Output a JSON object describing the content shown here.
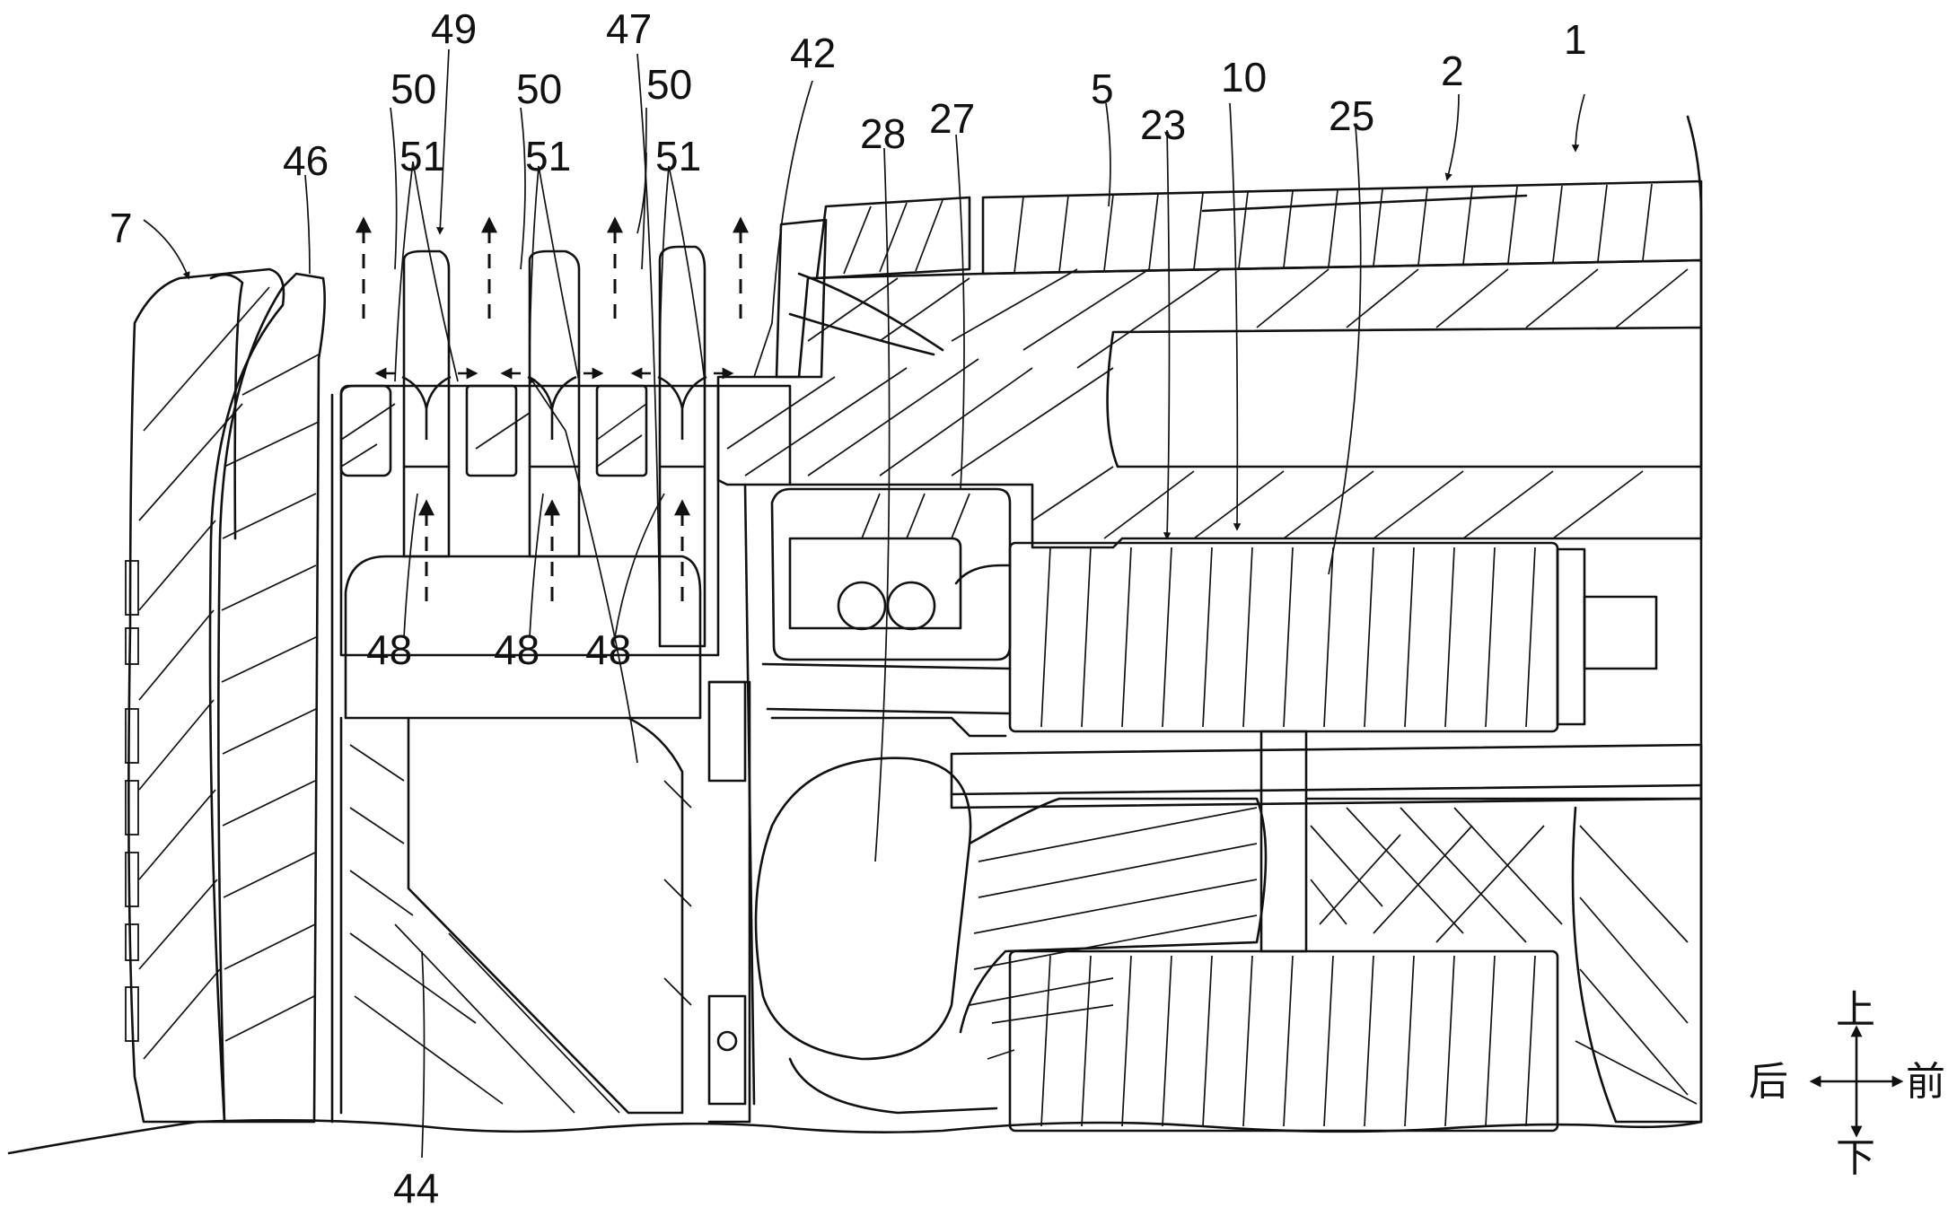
{
  "labels": {
    "l1": "1",
    "l2": "2",
    "l5": "5",
    "l7": "7",
    "l10": "10",
    "l23": "23",
    "l25": "25",
    "l27": "27",
    "l28": "28",
    "l42": "42",
    "l44": "44",
    "l46": "46",
    "l47": "47",
    "l48a": "48",
    "l48b": "48",
    "l48c": "48",
    "l49": "49",
    "l50a": "50",
    "l50b": "50",
    "l50c": "50",
    "l51a": "51",
    "l51b": "51",
    "l51c": "51"
  },
  "orientation": {
    "up": "上",
    "down": "下",
    "rear": "后",
    "front": "前"
  }
}
